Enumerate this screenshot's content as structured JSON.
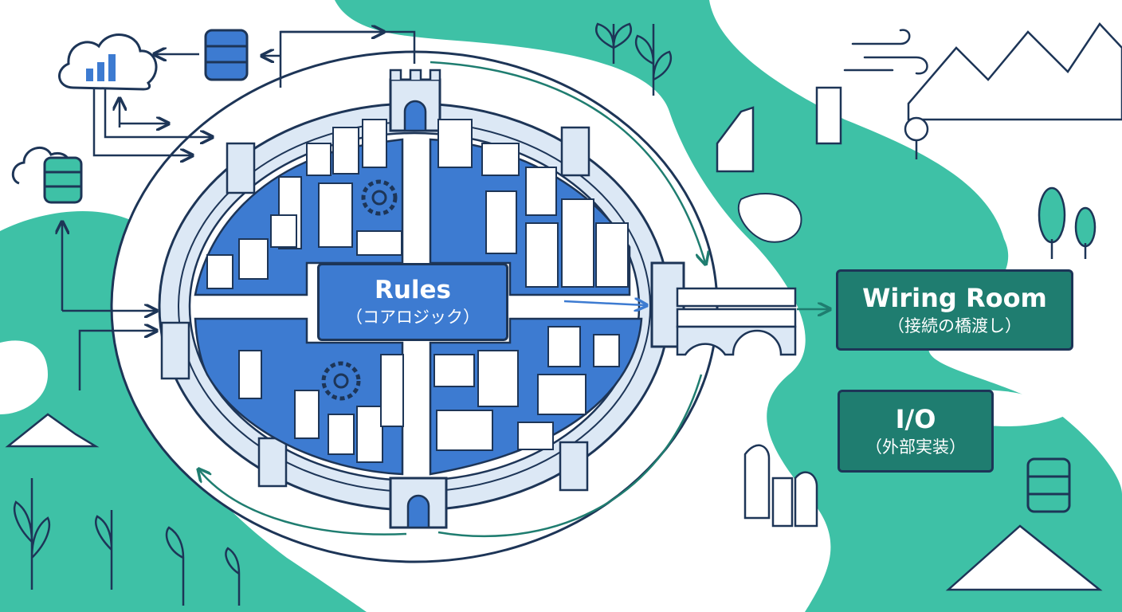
{
  "colors": {
    "teal": "#3ec1a6",
    "teal_dark": "#1f7d70",
    "blue": "#3d7bd1",
    "navy": "#1d3557",
    "pale_blue": "#dce8f5",
    "white": "#ffffff"
  },
  "labels": {
    "rules": {
      "title": "Rules",
      "subtitle": "（コアロジック）"
    },
    "wiring_room": {
      "title": "Wiring Room",
      "subtitle": "（接続の橋渡し）"
    },
    "io": {
      "title": "I/O",
      "subtitle": "（外部実装）"
    }
  },
  "icons": [
    "cloud-chart-icon",
    "database-icon",
    "cloud-database-icon",
    "gear-icon",
    "castle-gate-icon",
    "bridge-icon",
    "mountain-icon",
    "tree-icon",
    "wind-icon"
  ]
}
